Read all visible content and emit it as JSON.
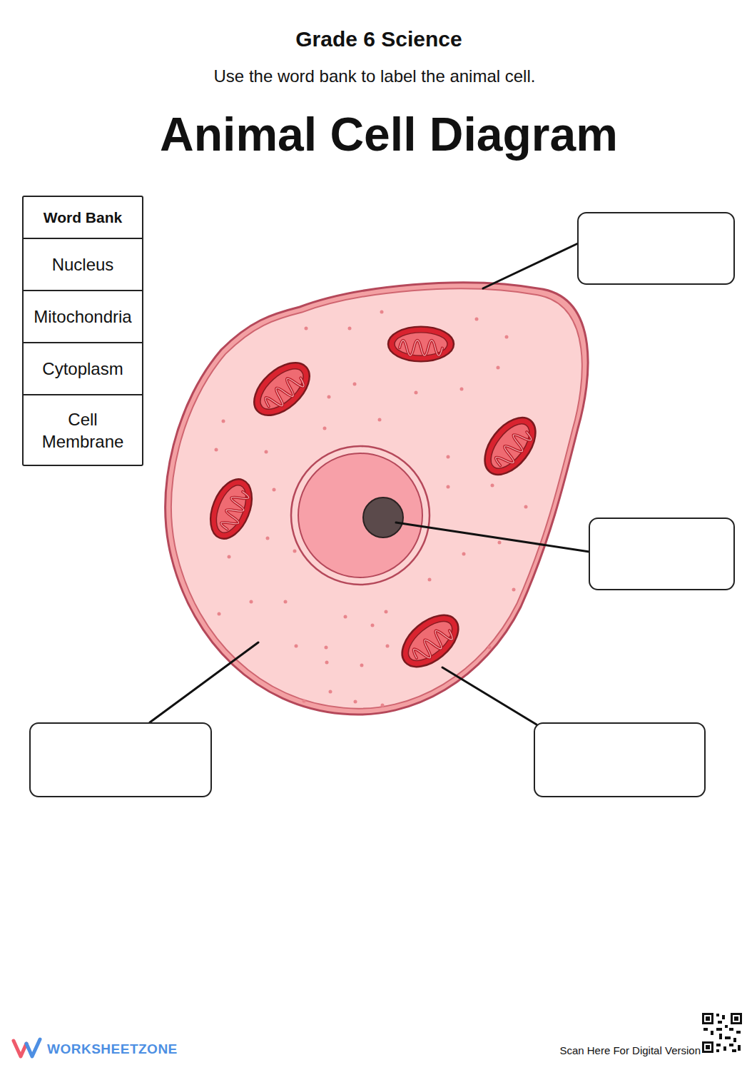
{
  "diagram": {
    "title": "Animal Cell Diagram",
    "nodes": [
      {
        "text": [
          "Word Bank"
        ]
      },
      {
        "text": [
          "Nucleus"
        ],
        "in": 0
      },
      {
        "text": [
          "Mitochondria"
        ],
        "in": 0
      },
      {
        "text": [
          "Cytoplasm"
        ],
        "in": 0
      },
      {
        "text": [
          "Cell Membrane"
        ],
        "in": 0
      }
    ],
    "labels": [
      "Grade 6 Science",
      "Use the word bank to label the animal cell.",
      "WORKSHEETZONE",
      "Scan Here For Digital Version"
    ]
  }
}
